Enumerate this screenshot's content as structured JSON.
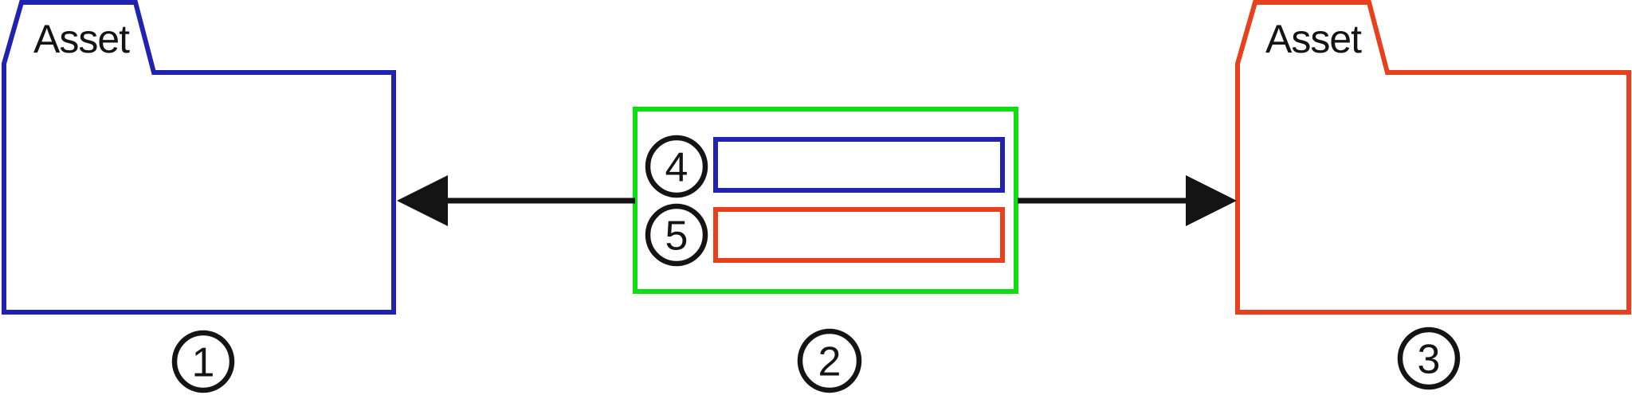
{
  "figure": {
    "left_folder": {
      "label": "Asset",
      "badge": "1"
    },
    "center_mapping_box": {
      "badge": "2",
      "blue_row": {
        "badge": "4"
      },
      "red_row": {
        "badge": "5"
      }
    },
    "right_folder": {
      "label": "Asset",
      "badge": "3"
    }
  },
  "colors": {
    "blue": "#2222b2",
    "red": "#e8401c",
    "green": "#0ddf12",
    "black": "#141414",
    "white": "#ffffff"
  }
}
